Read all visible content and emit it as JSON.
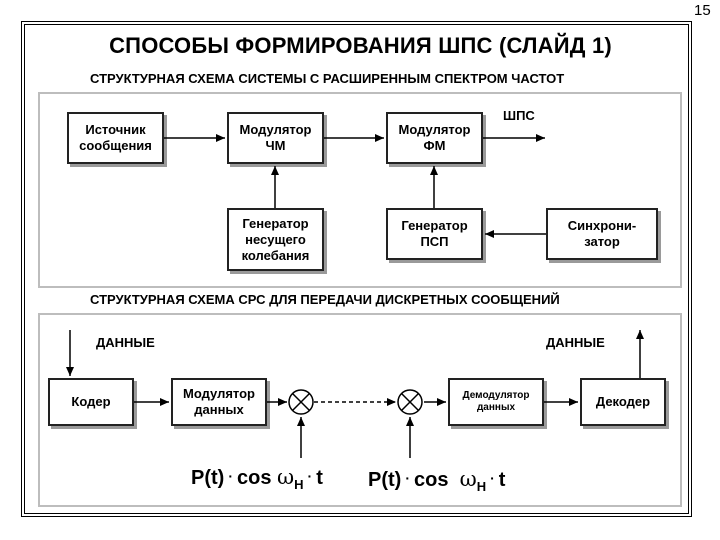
{
  "page_number": "15",
  "title": "СПОСОБЫ ФОРМИРОВАНИЯ ШПС (СЛАЙД 1)",
  "top_section": {
    "title": "СТРУКТУРНАЯ СХЕМА СИСТЕМЫ С РАСШИРЕННЫМ СПЕКТРОМ ЧАСТОТ",
    "blocks": {
      "source": "Источник\nсообщения",
      "fm_mod": "Модулятор\nЧМ",
      "pm_mod": "Модулятор\nФМ",
      "carrier_gen": "Генератор\nнесущего\nколебания",
      "prn_gen": "Генератор\nПСП",
      "sync": "Синхрони-\nзатор"
    },
    "output_label": "ШПС"
  },
  "bottom_section": {
    "title": "СТРУКТУРНАЯ СХЕМА СРС ДЛЯ ПЕРЕДАЧИ ДИСКРЕТНЫХ СООБЩЕНИЙ",
    "blocks": {
      "coder": "Кодер",
      "data_mod": "Модулятор\nданных",
      "data_demod": "Демодулятор\nданных",
      "decoder": "Декодер"
    },
    "input_label": "ДАННЫЕ",
    "output_label": "ДАННЫЕ",
    "formula_left": {
      "p": "P(t)",
      "dot1": "·",
      "cos": "cos",
      "omega": "ω",
      "sub": "Н",
      "dot2": "·",
      "t": "t"
    },
    "formula_right": {
      "p": "P(t)",
      "dot1": "·",
      "cos": "cos",
      "omega": "ω",
      "sub": "Н",
      "dot2": "·",
      "t": "t"
    }
  },
  "colors": {
    "line": "#000000",
    "panel_border": "#bdbdbd",
    "shadow": "#9a9a9a"
  }
}
